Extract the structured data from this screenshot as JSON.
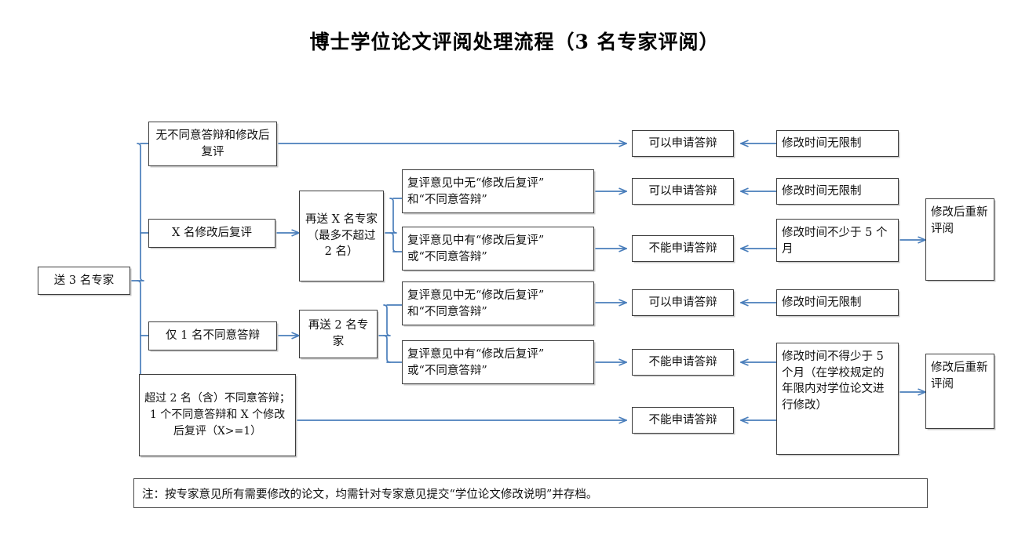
{
  "title": "博士学位论文评阅处理流程（3 名专家评阅）",
  "start": {
    "label": "送 3 名专家"
  },
  "outcomes": [
    {
      "id": "no-objection",
      "label": "无不同意答辩和修改后复评"
    },
    {
      "id": "x-revise-review",
      "label": "X 名修改后复评"
    },
    {
      "id": "one-objection",
      "label": "仅 1 名不同意答辩"
    },
    {
      "id": "two-or-more-objection",
      "label": "超过 2 名（含）不同意答辩；\n1 个不同意答辩和 X 个修改后复评（X>=1）"
    }
  ],
  "resend": [
    {
      "id": "resend-x",
      "label": "再送 X 名专家（最多不超过 2 名）"
    },
    {
      "id": "resend-2",
      "label": "再送 2 名专家"
    }
  ],
  "conditions": [
    {
      "id": "cond-1",
      "line1": "复评意见中无“修改后复评”",
      "line2": "和“不同意答辩”"
    },
    {
      "id": "cond-2",
      "line1": "复评意见中有“修改后复评”",
      "line2": "或“不同意答辩”"
    },
    {
      "id": "cond-3",
      "line1": "复评意见中无“修改后复评”",
      "line2": "和“不同意答辩”"
    },
    {
      "id": "cond-4",
      "line1": "复评意见中有“修改后复评”",
      "line2": "或“不同意答辩”"
    }
  ],
  "results": [
    {
      "id": "result-1",
      "label": "可以申请答辩"
    },
    {
      "id": "result-2",
      "label": "可以申请答辩"
    },
    {
      "id": "result-3",
      "label": "不能申请答辩"
    },
    {
      "id": "result-4",
      "label": "可以申请答辩"
    },
    {
      "id": "result-5",
      "label": "不能申请答辩"
    },
    {
      "id": "result-6",
      "label": "不能申请答辩"
    }
  ],
  "timeboxes": [
    {
      "id": "time-1",
      "label": "修改时间无限制"
    },
    {
      "id": "time-2",
      "label": "修改时间无限制"
    },
    {
      "id": "time-3",
      "label": "修改时间不少于 5 个月"
    },
    {
      "id": "time-4",
      "label": "修改时间无限制"
    },
    {
      "id": "time-5",
      "label": "修改时间不得少于 5 个月（在学校规定的年限内对学位论文进行修改）"
    }
  ],
  "rereview": [
    {
      "id": "rereview-1",
      "label": "修改后重新评阅"
    },
    {
      "id": "rereview-2",
      "label": "修改后重新评阅"
    }
  ],
  "note": "注：按专家意见所有需要修改的论文，均需针对专家意见提交“学位论文修改说明”并存档。",
  "colors": {
    "connector": "#4A7EBB",
    "box_border": "#3c3c3c",
    "text": "#111111",
    "background": "#ffffff"
  }
}
